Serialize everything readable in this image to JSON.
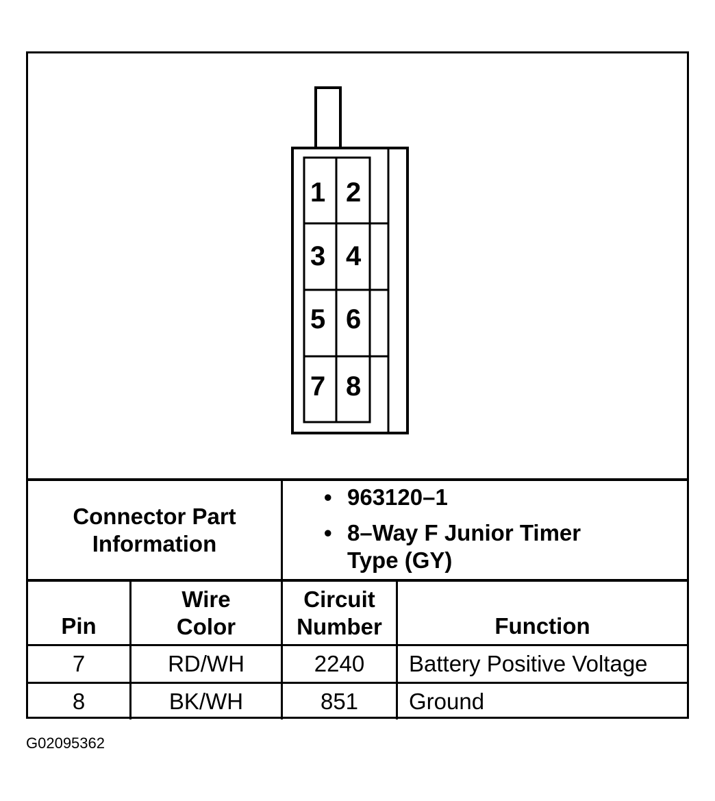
{
  "connector": {
    "pins": [
      {
        "id": "1"
      },
      {
        "id": "2"
      },
      {
        "id": "3"
      },
      {
        "id": "4"
      },
      {
        "id": "5"
      },
      {
        "id": "6"
      },
      {
        "id": "7"
      },
      {
        "id": "8"
      }
    ]
  },
  "part_info": {
    "label": "Connector Part Information",
    "items": [
      "963120–1",
      "8–Way F Junior Timer Type (GY)"
    ]
  },
  "table": {
    "headers": {
      "pin": "Pin",
      "wire_color_1": "Wire",
      "wire_color_2": "Color",
      "circuit_1": "Circuit",
      "circuit_2": "Number",
      "function": "Function"
    },
    "rows": [
      {
        "pin": "7",
        "wire_color": "RD/WH",
        "circuit": "2240",
        "function": "Battery Positive Voltage"
      },
      {
        "pin": "8",
        "wire_color": "BK/WH",
        "circuit": "851",
        "function": "Ground"
      }
    ]
  },
  "footer_code": "G02095362"
}
